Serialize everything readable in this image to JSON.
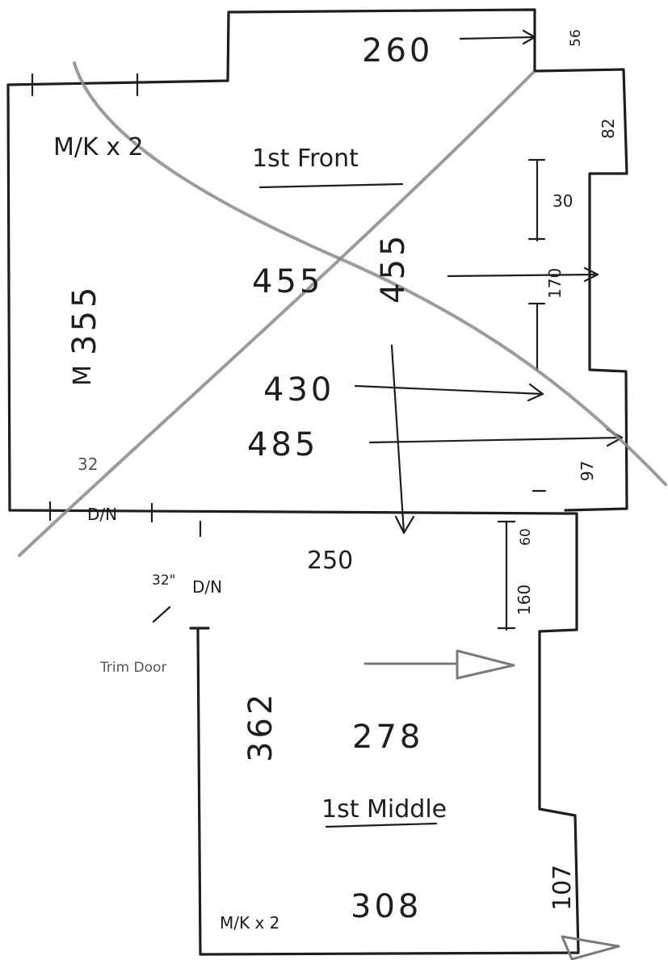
{
  "sketch": {
    "front_room": {
      "title": "1st Front",
      "furniture_note": "M/K x 2",
      "depth": "355",
      "unit_marker": "M",
      "dims": {
        "top_width": "260",
        "top_step": "56",
        "right_step": "82",
        "gap_upper": "30",
        "wall_mid": "170",
        "right_lower": "97",
        "width_a": "455",
        "width_b": "430",
        "width_c": "485",
        "rotated_note": "455",
        "corner_note": "32"
      },
      "door_label": "D/N"
    },
    "passage": {
      "width": "250",
      "door_size": "32\"",
      "door_label": "D/N",
      "right_top": "60",
      "right_height": "160"
    },
    "trim_note": "Trim Door",
    "middle_room": {
      "title": "1st Middle",
      "furniture_note": "M/K x 2",
      "depth": "362",
      "width_upper": "278",
      "width_lower": "308",
      "right_recess": "107"
    }
  }
}
